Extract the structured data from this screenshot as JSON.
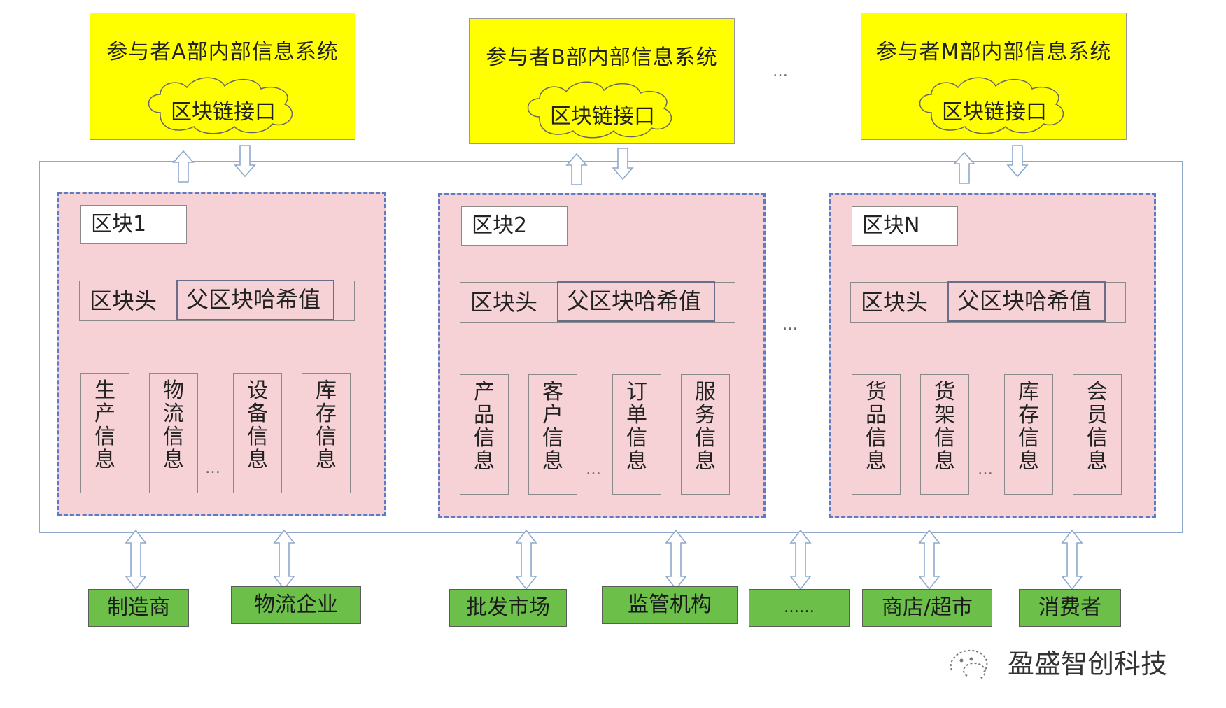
{
  "participants": [
    {
      "title": "参与者A部内部信息系统",
      "interface": "区块链接口"
    },
    {
      "title": "参与者B部内部信息系统",
      "interface": "区块链接口"
    },
    {
      "title": "参与者M部内部信息系统",
      "interface": "区块链接口"
    }
  ],
  "participants_ellipsis": "…",
  "blocks": [
    {
      "name": "区块1",
      "header": "区块头",
      "hash": "父区块哈希值",
      "fields": [
        "生产信息",
        "物流信息",
        "设备信息",
        "库存信息"
      ],
      "ellipsis": "…"
    },
    {
      "name": "区块2",
      "header": "区块头",
      "hash": "父区块哈希值",
      "fields": [
        "产品信息",
        "客户信息",
        "订单信息",
        "服务信息"
      ],
      "ellipsis": "…"
    },
    {
      "name": "区块N",
      "header": "区块头",
      "hash": "父区块哈希值",
      "fields": [
        "货品信息",
        "货架信息",
        "库存信息",
        "会员信息"
      ],
      "ellipsis": "…"
    }
  ],
  "blocks_ellipsis": "…",
  "entities": [
    "制造商",
    "物流企业",
    "批发市场",
    "监管机构",
    "……",
    "商店/超市",
    "消费者"
  ],
  "watermark": "盈盛智创科技",
  "colors": {
    "participant_fill": "#ffff00",
    "block_fill": "#f6d2d6",
    "block_border": "#5b7cc4",
    "entity_fill": "#6cc04a",
    "frame_border": "#8ea9cc"
  }
}
